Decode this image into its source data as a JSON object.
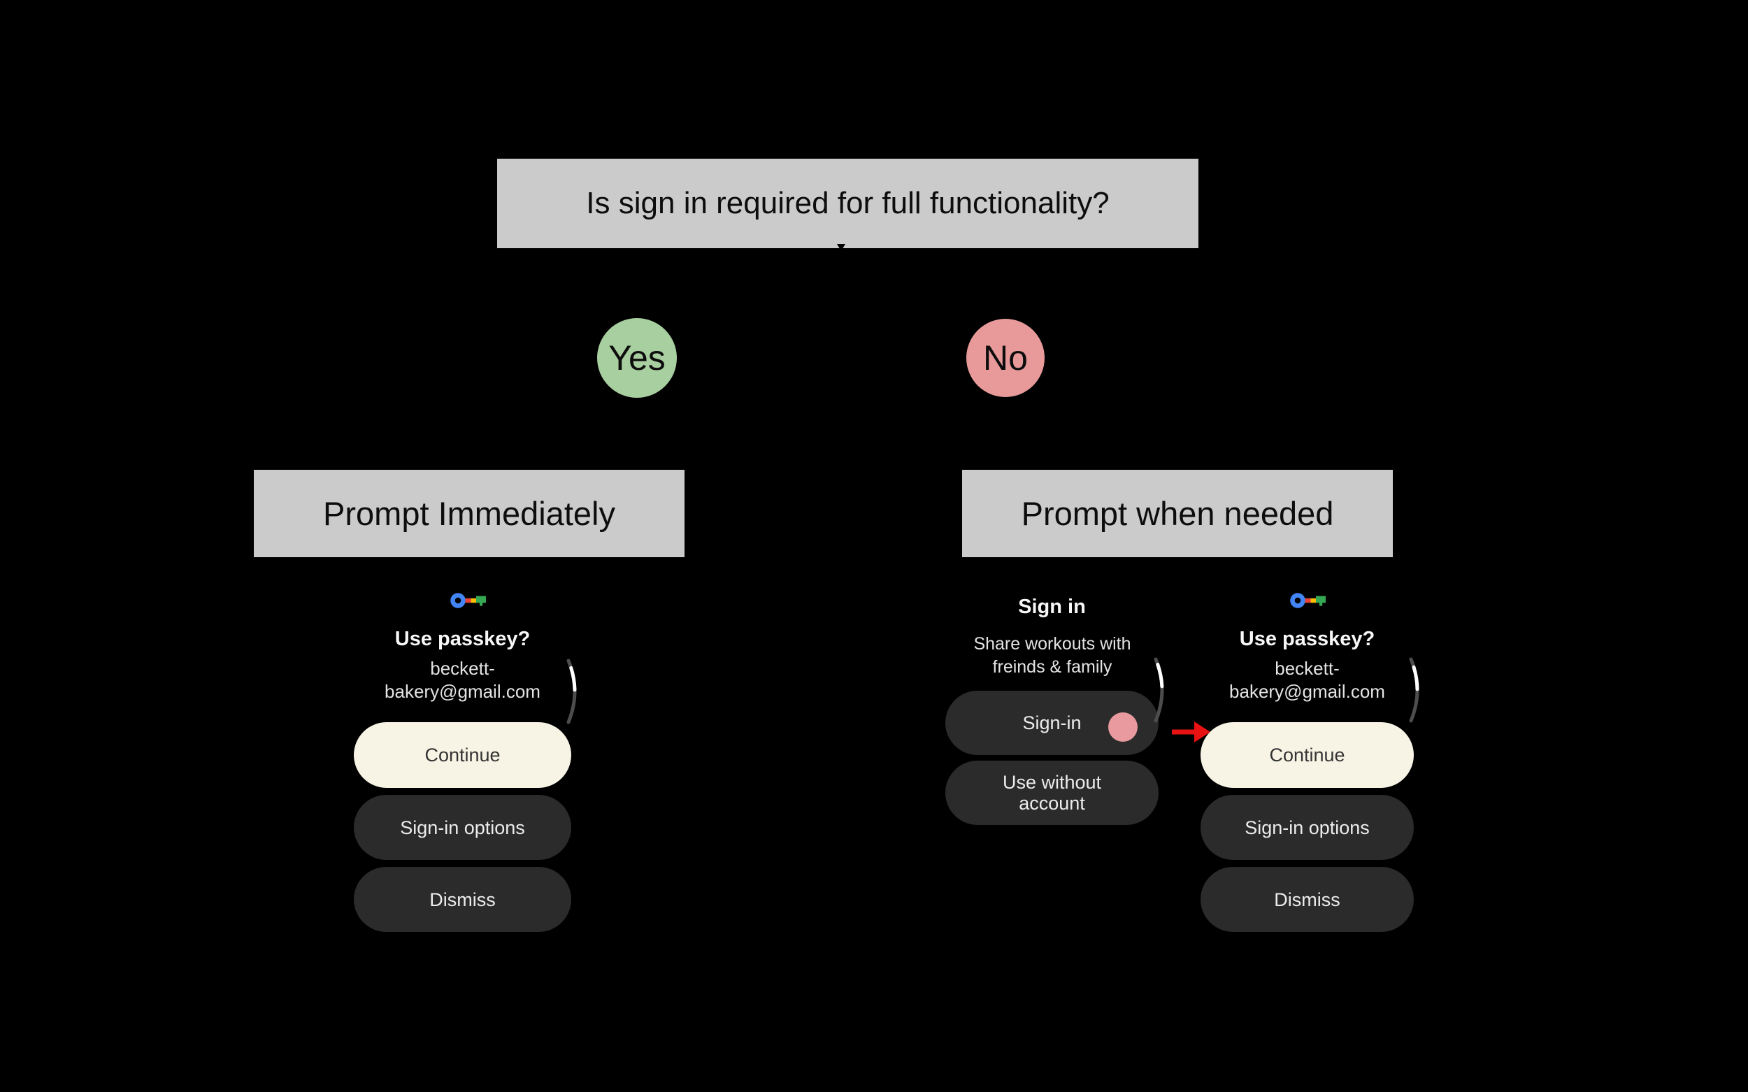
{
  "flowchart": {
    "question": "Is sign in required for full functionality?",
    "yes_label": "Yes",
    "no_label": "No",
    "yes_action": "Prompt Immediately",
    "no_action": "Prompt when needed",
    "colors": {
      "background": "#000000",
      "panel_bg": "#cbcbcb",
      "yes_circle": "#a8cfa0",
      "no_circle": "#e89a9a",
      "arrow_red": "#e81212"
    }
  },
  "passkey_screen": {
    "icon": "passkey-key-icon",
    "title": "Use passkey?",
    "email_line1": "beckett-",
    "email_line2": "bakery@gmail.com",
    "continue_label": "Continue",
    "signin_options_label": "Sign-in options",
    "dismiss_label": "Dismiss",
    "colors": {
      "primary_button_bg": "#f8f4e5",
      "secondary_button_bg": "#2b2b2b",
      "key_blue": "#4285f4",
      "key_red": "#ea4335",
      "key_yellow": "#fbbc04",
      "key_green": "#34a853"
    }
  },
  "signin_screen": {
    "title": "Sign in",
    "subtitle_line1": "Share workouts with",
    "subtitle_line2": "freinds & family",
    "signin_label": "Sign-in",
    "use_without_line1": "Use without",
    "use_without_line2": "account",
    "tap_indicator_color": "#e99a9e"
  }
}
